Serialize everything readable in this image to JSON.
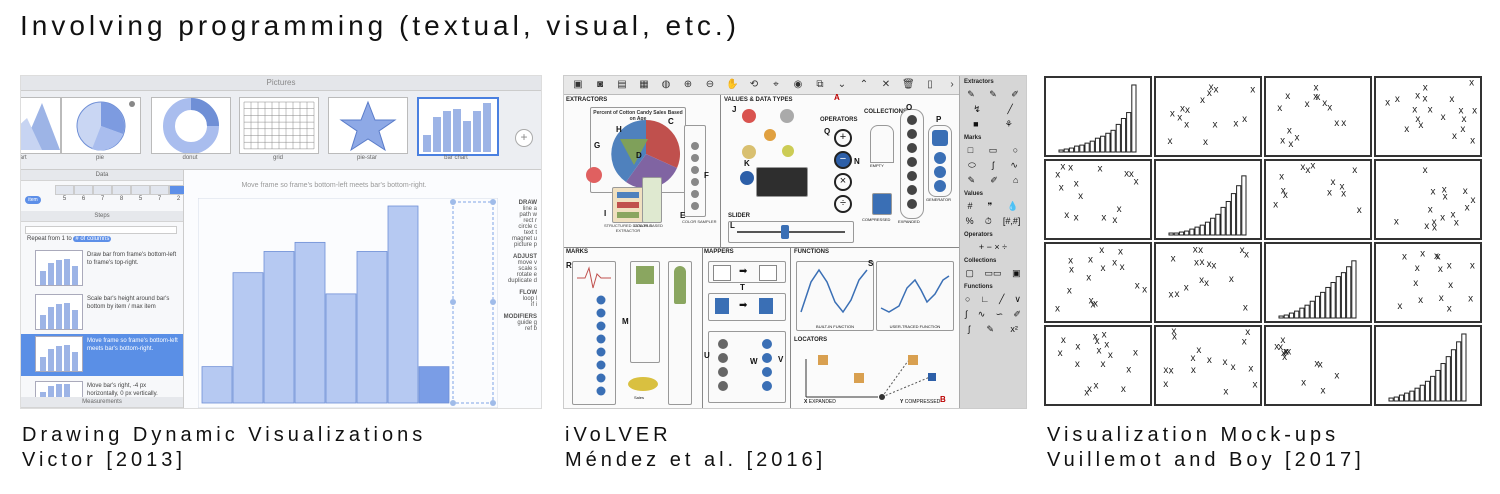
{
  "slide": {
    "title": "Involving programming (textual, visual, etc.)"
  },
  "captions": [
    {
      "line1": "Drawing Dynamic Visualizations",
      "line2": "Victor [2013]"
    },
    {
      "line1": "iVoLVER",
      "line2": "Méndez et al. [2016]"
    },
    {
      "line1": "Visualization Mock-ups",
      "line2": "Vuillemot and Boy [2017]"
    }
  ],
  "victor": {
    "window_title": "Pictures",
    "thumbnails": [
      "chart",
      "pie",
      "donut",
      "grid",
      "pie-star",
      "bar chart"
    ],
    "data_header": "Data",
    "data_values": [
      "5",
      "6",
      "7",
      "8",
      "5",
      "7",
      "2"
    ],
    "steps_header": "Steps",
    "repeat_text": "Repeat from 1 to",
    "repeat_chip": "# of columns",
    "steps": [
      "Draw bar from frame's bottom-left to frame's top-right.",
      "Scale bar's height around bar's bottom by item / max item",
      "Move frame so frame's bottom-left meets bar's bottom-right.",
      "Move bar's right, -4 px horizontally, 0 px vertically."
    ],
    "measurements_header": "Measurements",
    "canvas_caption": "Move frame so frame's bottom-left meets bar's bottom-right.",
    "bar_values": [
      12,
      43,
      50,
      53,
      36,
      50,
      65,
      12
    ],
    "commands": {
      "draw": {
        "header": "DRAW",
        "items": [
          "line  a",
          "path  w",
          "rect  r",
          "circle  c",
          "text  t",
          "magnet  u",
          "picture  p"
        ]
      },
      "adjust": {
        "header": "ADJUST",
        "items": [
          "move  v",
          "scale  s",
          "rotate  e",
          "duplicate  d"
        ]
      },
      "flow": {
        "header": "FLOW",
        "items": [
          "loop  l",
          "if  i"
        ]
      },
      "modifiers": {
        "header": "MODIFIERS",
        "items": [
          "guide  g",
          "ref  b"
        ]
      }
    }
  },
  "ivolver": {
    "toolbar_icons": [
      "image-icon",
      "camera-icon",
      "doc-icon",
      "table-icon",
      "globe-icon",
      "zoom-in-icon",
      "zoom-out-icon",
      "hand-icon",
      "lasso-icon",
      "select-icon",
      "eye-icon",
      "duplicate-icon",
      "chevrons-icon",
      "up-icon",
      "close-icon",
      "trash-icon",
      "page-icon",
      "next-icon"
    ],
    "sections": {
      "extractors": "EXTRACTORS",
      "values": "VALUES & DATA TYPES",
      "operators": "OPERATORS",
      "collections": "COLLECTIONS",
      "slider": "SLIDER",
      "marks": "MARKS",
      "mappers": "MAPPERS",
      "functions": "FUNCTIONS",
      "locators": "LOCATORS"
    },
    "chart_title": "Percent of Cotton Candy Sales Based on Age",
    "letters": [
      "A",
      "B",
      "C",
      "D",
      "E",
      "F",
      "G",
      "H",
      "I",
      "J",
      "K",
      "L",
      "M",
      "N",
      "O",
      "P",
      "Q",
      "R",
      "S",
      "T",
      "U",
      "V",
      "W",
      "X",
      "Y"
    ],
    "small_labels": {
      "structured": "STRUCTURED DATA FILE EXTRACTOR",
      "color_based": "COLOR BASED",
      "color_sampler": "COLOR SAMPLER",
      "compressed": "COMPRESSED",
      "expanded": "EXPANDED",
      "generator": "GENERATOR",
      "empty": "EMPTY",
      "built_in": "BUILT-IN FUNCTION",
      "user_traced": "USER-TRACED FUNCTION",
      "x_expanded": "EXPANDED",
      "y_compressed": "COMPRESSED",
      "sales": "Sales"
    },
    "palette": {
      "extractors": "Extractors",
      "marks": "Marks",
      "values": "Values",
      "operators": "Operators",
      "collections": "Collections",
      "functions": "Functions",
      "values_row2": "[#,#]",
      "operators_row": "+ − × ÷"
    }
  },
  "mockup": {
    "histogram_heights_a": [
      2,
      3,
      4,
      6,
      7,
      9,
      11,
      14,
      16,
      19,
      22,
      28,
      34,
      40,
      68
    ],
    "histogram_heights_b": [
      2,
      2,
      3,
      4,
      6,
      8,
      10,
      13,
      17,
      21,
      28,
      34,
      42,
      50,
      60
    ],
    "histogram_heights_c": [
      2,
      3,
      5,
      7,
      10,
      13,
      17,
      22,
      26,
      31,
      36,
      42,
      46,
      52,
      58
    ],
    "histogram_heights_d": [
      3,
      4,
      6,
      8,
      10,
      13,
      16,
      20,
      25,
      31,
      38,
      45,
      52,
      60,
      68
    ]
  }
}
